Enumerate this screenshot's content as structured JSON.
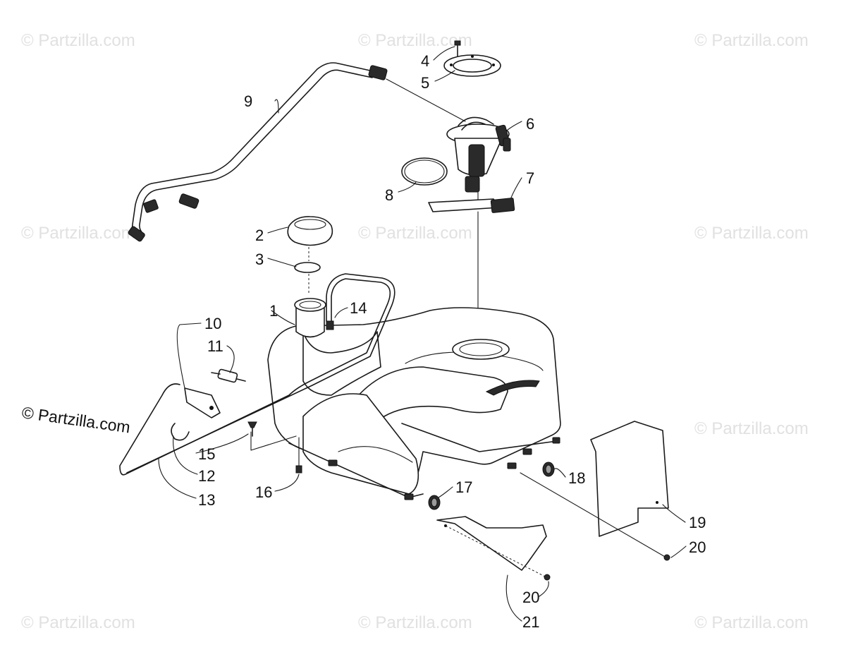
{
  "watermark_text": "© Partzilla.com",
  "credit_text": "© Partzilla.com",
  "callouts": [
    "1",
    "2",
    "3",
    "4",
    "5",
    "6",
    "7",
    "8",
    "9",
    "10",
    "11",
    "12",
    "13",
    "14",
    "15",
    "16",
    "17",
    "18",
    "19",
    "20",
    "20",
    "21"
  ]
}
